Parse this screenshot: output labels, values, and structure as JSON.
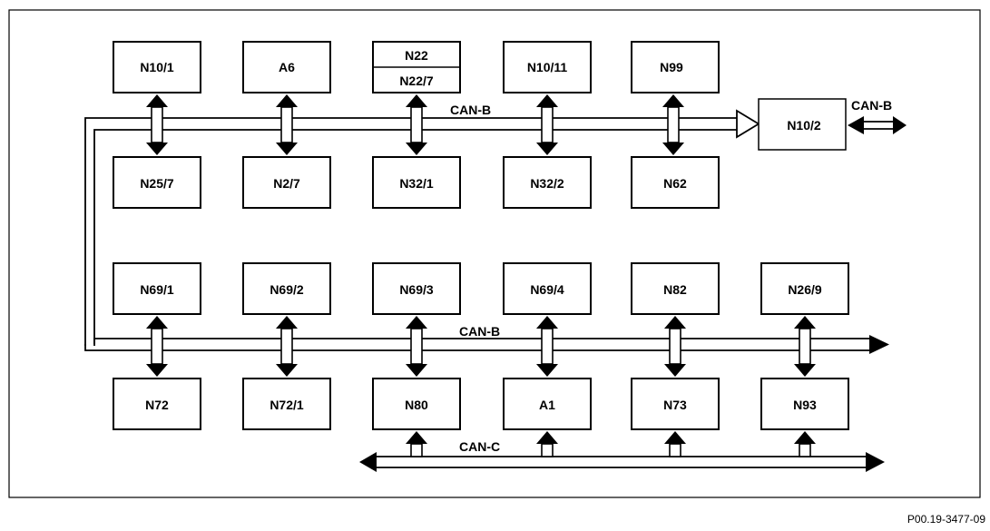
{
  "colors": {
    "line": "#000000",
    "background": "#ffffff"
  },
  "nodes": {
    "n10_1": "N10/1",
    "a6": "A6",
    "n22": "N22",
    "n22_7": "N22/7",
    "n10_11": "N10/11",
    "n99": "N99",
    "n10_2": "N10/2",
    "n25_7": "N25/7",
    "n2_7": "N2/7",
    "n32_1": "N32/1",
    "n32_2": "N32/2",
    "n62": "N62",
    "n69_1": "N69/1",
    "n69_2": "N69/2",
    "n69_3": "N69/3",
    "n69_4": "N69/4",
    "n82": "N82",
    "n26_9": "N26/9",
    "n72": "N72",
    "n72_1": "N72/1",
    "n80": "N80",
    "a1": "A1",
    "n73": "N73",
    "n93": "N93"
  },
  "buses": {
    "can_b_top": "CAN-B",
    "can_b_bottom": "CAN-B",
    "can_b_external": "CAN-B",
    "can_c": "CAN-C"
  },
  "reference": "P00.19-3477-09"
}
